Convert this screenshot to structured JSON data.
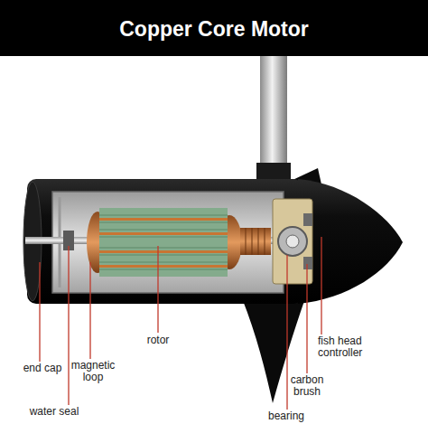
{
  "diagram": {
    "title": "Copper Core Motor",
    "labels": [
      "rotor",
      "fish head controller",
      "end cap",
      "magnetic loop",
      "carbon brush",
      "water seal",
      "bearing"
    ]
  }
}
